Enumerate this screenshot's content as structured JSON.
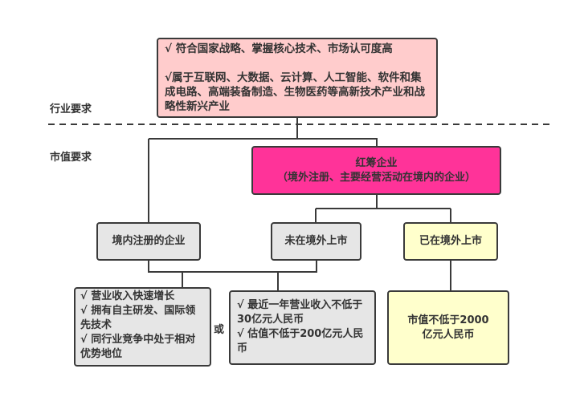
{
  "labels": {
    "industry": "行业要求",
    "market_value": "市值要求",
    "or": "或"
  },
  "top_box": {
    "line1": "√ 符合国家战略、掌握核心技术、市场认可度高",
    "line2": "√属于互联网、大数据、云计算、人工智能、软件和集成电路、高端装备制造、生物医药等高新技术产业和战略性新兴产业"
  },
  "red_chip": {
    "title": "红筹企业",
    "subtitle": "（境外注册、主要经营活动在境内的企业）"
  },
  "domestic": {
    "title": "境内注册的企业"
  },
  "not_listed": {
    "title": "未在境外上市"
  },
  "listed": {
    "title": "已在境外上市"
  },
  "req_a": {
    "lines": [
      "√ 营业收入快速增长",
      "√ 拥有自主研发、国际领先技术",
      "√ 同行业竞争中处于相对优势地位"
    ]
  },
  "req_b": {
    "lines": [
      "√ 最近一年营业收入不低于30亿元人民币",
      "√ 估值不低于200亿元人民币"
    ]
  },
  "req_c": {
    "text": "市值不低于2000亿元人民币"
  },
  "colors": {
    "top": "#ffcccc",
    "red_chip": "#ff3399",
    "gray": "#e6e6e6",
    "yellow": "#ffffcc"
  }
}
